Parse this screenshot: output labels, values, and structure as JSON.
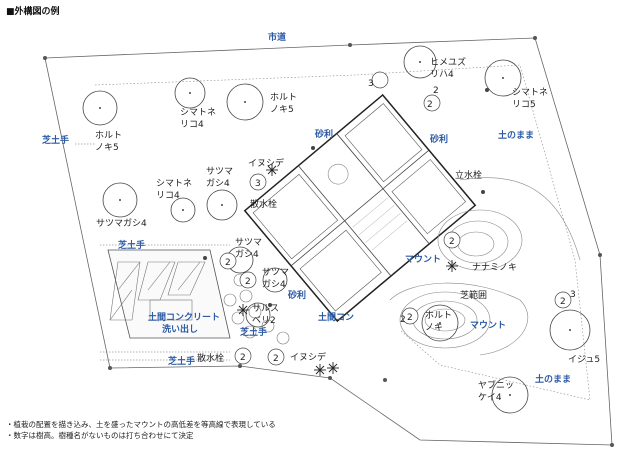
{
  "title": "■外構図の例",
  "labels": {
    "street": "市道",
    "shibadote_left": "芝土手",
    "shibadote_mid": "芝土手",
    "shibadote_bottom1": "芝土手",
    "shibadote_bottom2": "芝土手",
    "jari_left": "砂利",
    "jari_right": "砂利",
    "jari_bottom": "砂利",
    "tsuchi_top": "土のまま",
    "tsuchi_bottom": "土のまま",
    "mound1": "マウント",
    "mound2": "マウント",
    "doma_concrete": "土間コンクリート",
    "arai_dashi": "洗い出し",
    "doma_con": "土間コン",
    "tatesuisen": "立水栓",
    "sansuisen1": "散水栓",
    "sansuisen2": "散水栓",
    "shiba_hani": "芝範囲"
  },
  "trees": {
    "hiimezuzuriha_1": "ヒメユズ",
    "hiimezuzuriha_2": "リハ4",
    "shimatoneriko_tr_1": "シマトネ",
    "shimatoneriko_tr_2": "リコ5",
    "shimatoneriko_t_1": "シマトネ",
    "shimatoneriko_t_2": "リコ4",
    "horutonoki_t_1": "ホルト",
    "horutonoki_t_2": "ノキ5",
    "horutonoki_l_1": "ホルト",
    "horutonoki_l_2": "ノキ5",
    "shimatoneriko_l_1": "シマトネ",
    "shimatoneriko_l_2": "リコ4",
    "satsumagashi_1": "サツマ",
    "satsumagashi_2": "ガシ4",
    "satsumagashi_bl": "サツマガシ4",
    "inushide_top": "イヌシデ",
    "satsumagashi_m1_1": "サツマ",
    "satsumagashi_m1_2": "ガシ4",
    "satsumagashi_m2_1": "サツマ",
    "satsumagashi_m2_2": "ガシ4",
    "sarusuberi_1": "サルス",
    "sarusuberi_2": "ベリ2",
    "nanamiki": "ナナミノキ",
    "horutonoki_m_1": "ホルト",
    "horutonoki_m_2": "ノキ",
    "inushide_bottom": "イヌシデ",
    "yabunikkei_1": "ヤブニッ",
    "yabunikkei_2": "ケイ4",
    "iju": "イジュ5"
  },
  "heights": {
    "h3_top": "3",
    "h2_top": "2",
    "h3_house": "3",
    "h2_a": "2",
    "h2_b": "2",
    "h2_c": "2",
    "h2_mound": "2",
    "h2_e": "2",
    "h2_f": "2",
    "h2_g": "2",
    "h2_h": "2",
    "h2_mid": "2",
    "h3_right": "3"
  },
  "notes": [
    "・植栽の配置を描き込み、土を盛ったマウントの高低差を等高線で表現している",
    "・数字は樹高。樹種名がないものは打ち合わせにて決定"
  ]
}
